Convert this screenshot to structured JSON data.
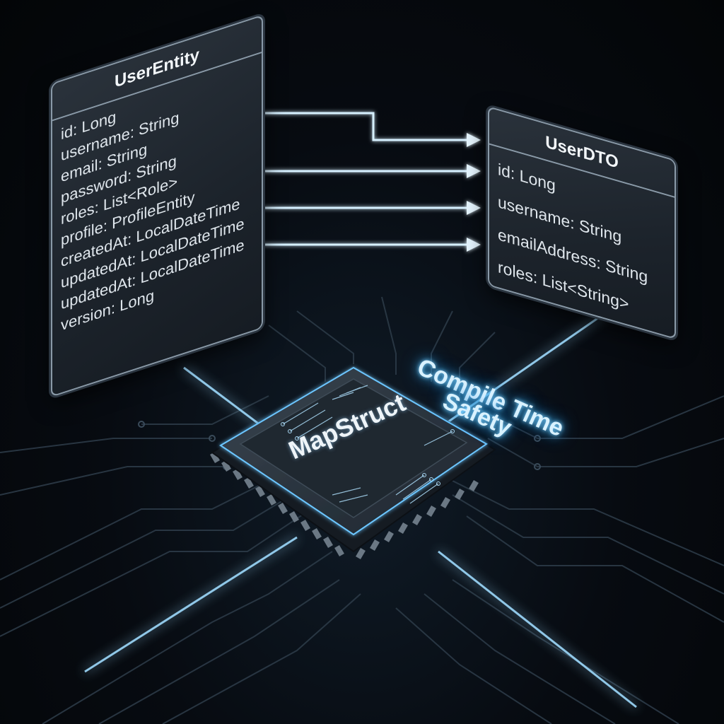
{
  "source_entity": {
    "title": "UserEntity",
    "fields": [
      "id: Long",
      "username: String",
      "email: String",
      "password: String",
      "roles: List<Role>",
      "profile: ProfileEntity",
      "createdAt: LocalDateTime",
      "updatedAt: LocalDateTime",
      "updatedAt: LocalDateTime",
      "version: Long"
    ]
  },
  "target_dto": {
    "title": "UserDTO",
    "fields": [
      "id: Long",
      "username: String",
      "emailAddress: String",
      "roles: List<String>"
    ]
  },
  "mapper_chip": {
    "label": "MapStruct"
  },
  "callout": {
    "line1": "Compile Time",
    "line2": "Safety"
  },
  "mapping_arrows": [
    {
      "from": "id: Long",
      "to": "id: Long"
    },
    {
      "from": "username: String",
      "to": "username: String"
    },
    {
      "from": "email: String",
      "to": "emailAddress: String"
    },
    {
      "from": "roles: List<Role>",
      "to": "roles: List<String>"
    }
  ],
  "colors": {
    "background": "#05080c",
    "card_fill": "#1f262e",
    "card_border": "#8a9aa8",
    "glow": "#7fd3ff",
    "text": "#e8eef3"
  }
}
